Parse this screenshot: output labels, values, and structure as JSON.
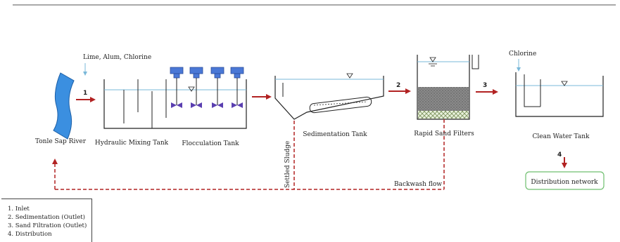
{
  "labels": {
    "chemicals": "Lime, Alum, Chlorine",
    "river": "Tonle Sap River",
    "mixing": "Hydraulic Mixing Tank",
    "flocculation": "Flocculation Tank",
    "sedimentation": "Sedimentation Tank",
    "filters": "Rapid Sand Filters",
    "chlorine": "Chlorine",
    "clean_tank": "Clean Water Tank",
    "distribution": "Distribution network",
    "settled_sludge": "Settled Sludge",
    "backwash": "Backwash flow"
  },
  "steps": {
    "s1": "1",
    "s2": "2",
    "s3": "3",
    "s4": "4"
  },
  "legend": [
    "1. Inlet",
    "2. Sedimentation (Outlet)",
    "3. Sand Filtration (Outlet)",
    "4. Distribution"
  ],
  "colors": {
    "flow_arrow": "#b22222",
    "river_blue": "#3b8fe0",
    "water_line": "#7ab8d9",
    "motor_blue": "#4a78d6",
    "distribution_border": "#6fbf6f"
  }
}
